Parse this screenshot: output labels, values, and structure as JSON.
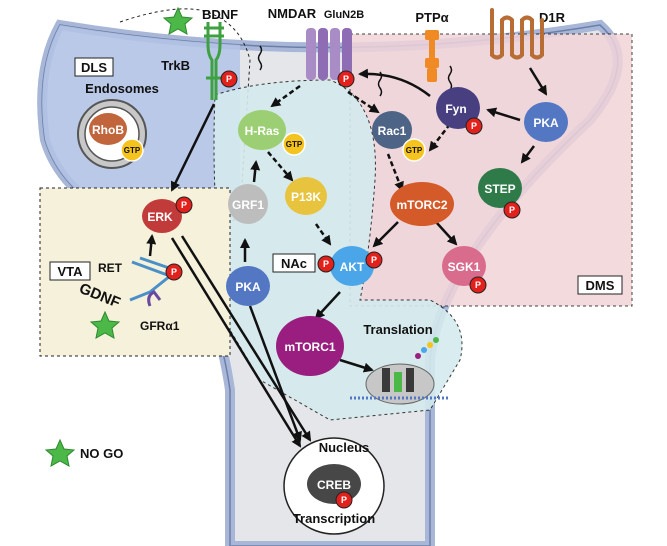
{
  "receptors": {
    "bdnf": "BDNF",
    "trkb": "TrkB",
    "nmdar": "NMDAR",
    "glun2b": "GluN2B",
    "ptpa": "PTPα",
    "d1r": "D1R",
    "ret": "RET",
    "gdnf": "GDNF",
    "gfra1": "GFRα1"
  },
  "regions": {
    "dls": "DLS",
    "vta": "VTA",
    "nac": "NAc",
    "dms": "DMS"
  },
  "molecules": {
    "endosomes": "Endosomes",
    "rhob": "RhoB",
    "erk": "ERK",
    "h_ras": "H-Ras",
    "grf1": "GRF1",
    "p13k": "P13K",
    "pka_nac": "PKA",
    "akt": "AKT",
    "mtorc1": "mTORC1",
    "rac1": "Rac1",
    "fyn": "Fyn",
    "pka_dms": "PKA",
    "step": "STEP",
    "mtorc2": "mTORC2",
    "sgk1": "SGK1",
    "creb": "CREB"
  },
  "badges": {
    "phospho": "P",
    "gtp": "GTP"
  },
  "labels": {
    "translation": "Translation",
    "nucleus": "Nucleus",
    "transcription": "Transcription"
  },
  "legend": {
    "no_go": "NO GO",
    "star_color": "#4cb848"
  },
  "colors": {
    "dls_fill": "#b3c3e6",
    "vta_fill": "#f6f1da",
    "nac_fill": "#d5ebee",
    "dms_fill": "#f1d4d8",
    "membrane": "#a8b7d8",
    "phospho": "#e2211c",
    "gtp": "#f5c31d",
    "erk": "#c23b3b",
    "h_ras": "#9ccf73",
    "grf1": "#bdbdbd",
    "p13k": "#e8c33d",
    "pka": "#5377c3",
    "akt": "#4aa6e8",
    "mtorc1": "#9a1e7f",
    "rac1": "#4e6487",
    "fyn": "#473f80",
    "step": "#2e7a48",
    "mtorc2": "#d45a2a",
    "sgk1": "#d96b8c",
    "creb": "#474747",
    "rhob": "#c1653c",
    "nmdar": "#a98bc6",
    "ptpa": "#f08a24",
    "d1r": "#b86d34",
    "trkb": "#3ea141"
  }
}
